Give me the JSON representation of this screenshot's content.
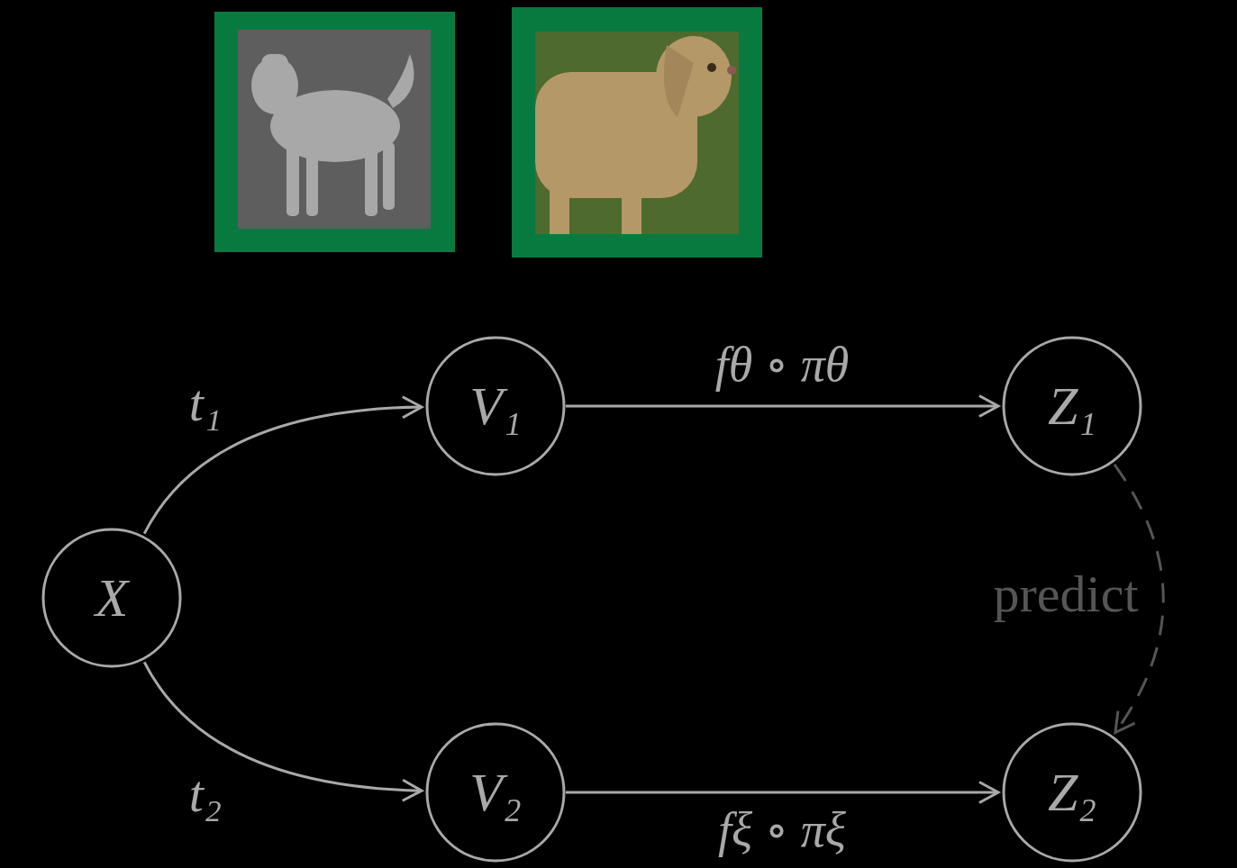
{
  "diagram": {
    "nodes": [
      {
        "text": [
          "X"
        ]
      },
      {
        "text": [
          "V₁"
        ]
      },
      {
        "text": [
          "Z₁"
        ]
      },
      {
        "text": [
          "V₂"
        ]
      },
      {
        "text": [
          "Z₂"
        ]
      }
    ],
    "edges": [
      {
        "from": 0,
        "to": 1,
        "arrow": "to",
        "label": "t₁"
      },
      {
        "from": 0,
        "to": 3,
        "arrow": "to",
        "label": "t₂"
      },
      {
        "from": 1,
        "to": 2,
        "arrow": "to",
        "label": "fθ ∘ πθ"
      },
      {
        "from": 3,
        "to": 4,
        "arrow": "to",
        "label": "fξ ∘ πξ"
      },
      {
        "from": 2,
        "to": 4,
        "arrow": "to",
        "label": "predict"
      }
    ]
  }
}
